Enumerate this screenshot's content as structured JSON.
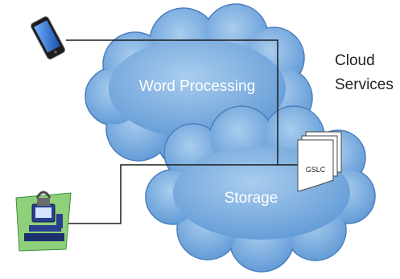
{
  "diagram": {
    "side_label_line1": "Cloud",
    "side_label_line2": "Services",
    "clouds": [
      {
        "label": "Word Processing"
      },
      {
        "label": "Storage"
      }
    ],
    "document_label": "GSLC",
    "icons": {
      "phone": "smartphone-icon",
      "computer": "secure-computer-icon",
      "document": "document-stack-icon"
    },
    "colors": {
      "cloud_fill_light": "#a9cdee",
      "cloud_fill_dark": "#5d97d5",
      "cloud_stroke": "#4a7fbe",
      "connector": "#1a1a1a"
    }
  }
}
